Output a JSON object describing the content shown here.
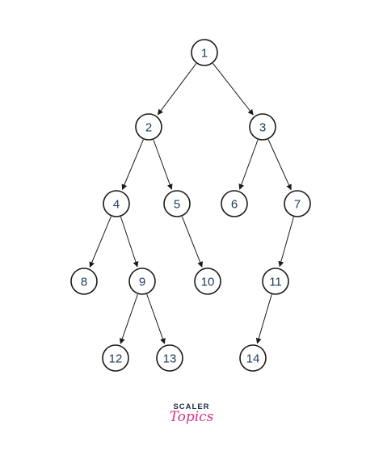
{
  "diagram": {
    "type": "binary-tree",
    "nodes": [
      {
        "id": "n1",
        "label": "1"
      },
      {
        "id": "n2",
        "label": "2"
      },
      {
        "id": "n3",
        "label": "3"
      },
      {
        "id": "n4",
        "label": "4"
      },
      {
        "id": "n5",
        "label": "5"
      },
      {
        "id": "n6",
        "label": "6"
      },
      {
        "id": "n7",
        "label": "7"
      },
      {
        "id": "n8",
        "label": "8"
      },
      {
        "id": "n9",
        "label": "9"
      },
      {
        "id": "n10",
        "label": "10"
      },
      {
        "id": "n11",
        "label": "11"
      },
      {
        "id": "n12",
        "label": "12"
      },
      {
        "id": "n13",
        "label": "13"
      },
      {
        "id": "n14",
        "label": "14"
      }
    ],
    "edges": [
      {
        "from": "n1",
        "to": "n2"
      },
      {
        "from": "n1",
        "to": "n3"
      },
      {
        "from": "n2",
        "to": "n4"
      },
      {
        "from": "n2",
        "to": "n5"
      },
      {
        "from": "n3",
        "to": "n6"
      },
      {
        "from": "n3",
        "to": "n7"
      },
      {
        "from": "n4",
        "to": "n8"
      },
      {
        "from": "n4",
        "to": "n9"
      },
      {
        "from": "n5",
        "to": "n10"
      },
      {
        "from": "n7",
        "to": "n11"
      },
      {
        "from": "n9",
        "to": "n12"
      },
      {
        "from": "n9",
        "to": "n13"
      },
      {
        "from": "n11",
        "to": "n14"
      }
    ]
  },
  "branding": {
    "logo_top": "SCALER",
    "logo_bottom": "Topics",
    "logo_top_color": "#1e2a44",
    "logo_bottom_color": "#d63384"
  },
  "colors": {
    "node_stroke": "#1a1a1a",
    "node_text": "#1f3a5a",
    "edge": "#1a1a1a"
  }
}
